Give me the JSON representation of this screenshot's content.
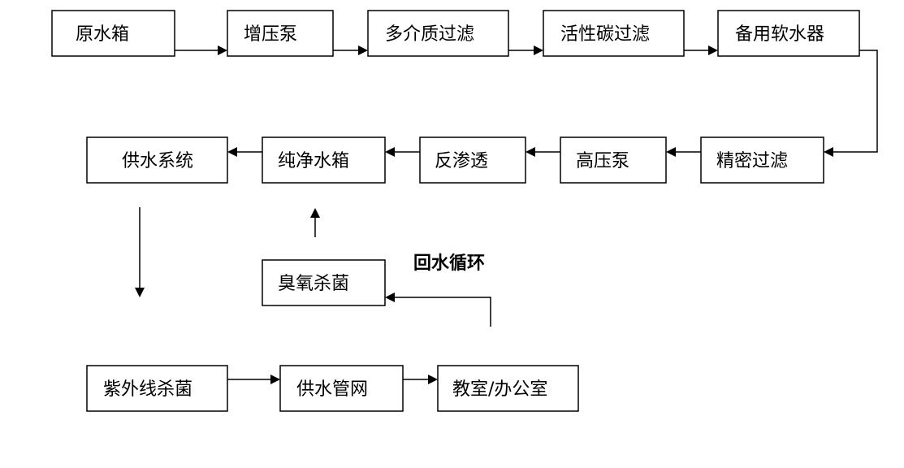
{
  "diagram": {
    "nodes": {
      "raw_water_tank": "原水箱",
      "booster_pump": "增压泵",
      "multimedia_filter": "多介质过滤",
      "activated_carbon_filter": "活性碳过滤",
      "backup_softener": "备用软水器",
      "precision_filter": "精密过滤",
      "high_pressure_pump": "高压泵",
      "reverse_osmosis": "反渗透",
      "pure_water_tank": "纯净水箱",
      "water_supply_system": "供水系统",
      "ozone_sterilization": "臭氧杀菌",
      "uv_sterilization": "紫外线杀菌",
      "water_supply_network": "供水管网",
      "classroom_office": "教室/办公室"
    },
    "annotation": "回水循环",
    "colors": {
      "line": "#000000",
      "box_fill": "#ffffff",
      "text": "#000000"
    }
  }
}
